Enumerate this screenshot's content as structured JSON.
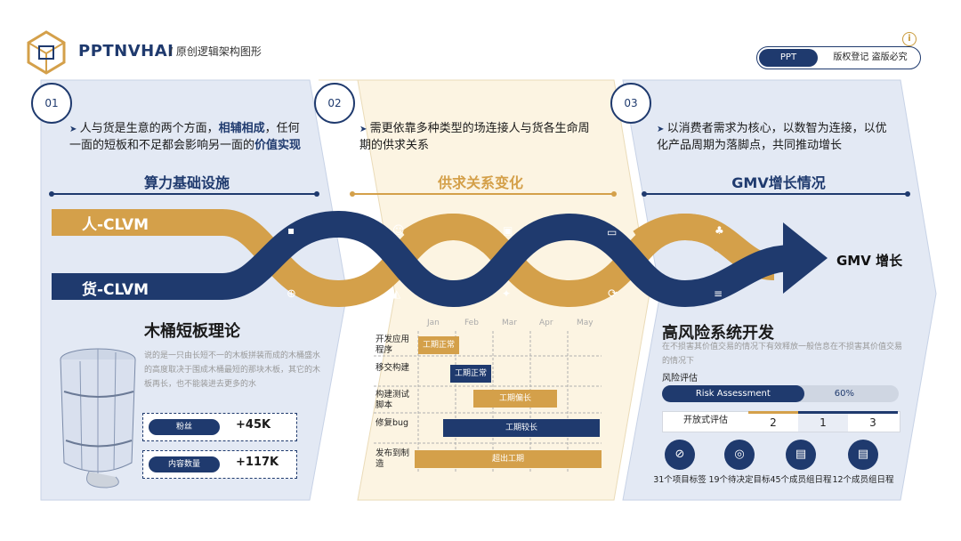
{
  "header": {
    "brand": "PPTNVHAI",
    "subtitle": "/ 原创逻辑架构图形",
    "toggle_on": "PPT",
    "toggle_off": "版权登记 盗版必究",
    "info": "i"
  },
  "panels": [
    {
      "number": "01",
      "bullet": "人与货是生意的两个方面，",
      "bold1": "相辅相成",
      "rest": "，任何一面的短板和不足都会影响另一面的",
      "bold2": "价值实现",
      "title": "算力基础设施"
    },
    {
      "number": "02",
      "text": "需更依靠多种类型的场连接人与货各生命周期的供求关系",
      "title": "供求关系变化"
    },
    {
      "number": "03",
      "text": "以消费者需求为核心，以数智为连接，以优化产品周期为落脚点，共同推动增长",
      "title": "GMV增长情况"
    }
  ],
  "flow": {
    "person": "人-CLVM",
    "goods": "货-CLVM",
    "result": "GMV 增长"
  },
  "left_card": {
    "title": "木桶短板理论",
    "desc": "说的是一只由长短不一的木板拼装而成的木桶盛水的高度取决于围成木桶最短的那块木板，其它的木板再长，也不能装进去更多的水",
    "stats": [
      {
        "label": "粉丝",
        "value": "+45K"
      },
      {
        "label": "内容数量",
        "value": "+117K"
      }
    ]
  },
  "gantt": {
    "months": [
      "Jan",
      "Feb",
      "Mar",
      "Apr",
      "May"
    ],
    "rows": [
      {
        "label": "开发应用程序",
        "bar": "工期正常",
        "color": "gold"
      },
      {
        "label": "移交构建",
        "bar": "工期正常",
        "color": "navy"
      },
      {
        "label": "构建测试脚本",
        "bar": "工期偏长",
        "color": "gold"
      },
      {
        "label": "修复bug",
        "bar": "工期较长",
        "color": "navy"
      },
      {
        "label": "发布到制造",
        "bar": "超出工期",
        "color": "gold"
      }
    ]
  },
  "right_card": {
    "title": "高风险系统开发",
    "desc": "在不损害其价值交易的情况下有效释放一般信息在不损害其价值交易的情况下",
    "risk_label": "风险评估",
    "risk_name": "Risk Assessment",
    "risk_value": "60%",
    "risk_fraction": 0.6,
    "eval_label": "开放式评估",
    "eval_options": [
      "2",
      "1",
      "3"
    ],
    "icons": [
      {
        "icon": "tag-icon",
        "caption": "31个项目标签"
      },
      {
        "icon": "target-icon",
        "caption": "19个待决定目标"
      },
      {
        "icon": "briefcase-icon",
        "caption": "45个成员组日程"
      },
      {
        "icon": "briefcase-icon",
        "caption": "12个成员组日程"
      }
    ]
  },
  "colors": {
    "navy": "#1f3a6e",
    "gold": "#d4a04a",
    "panel_left": "#e2e8f3",
    "panel_mid": "#fbf3df"
  }
}
